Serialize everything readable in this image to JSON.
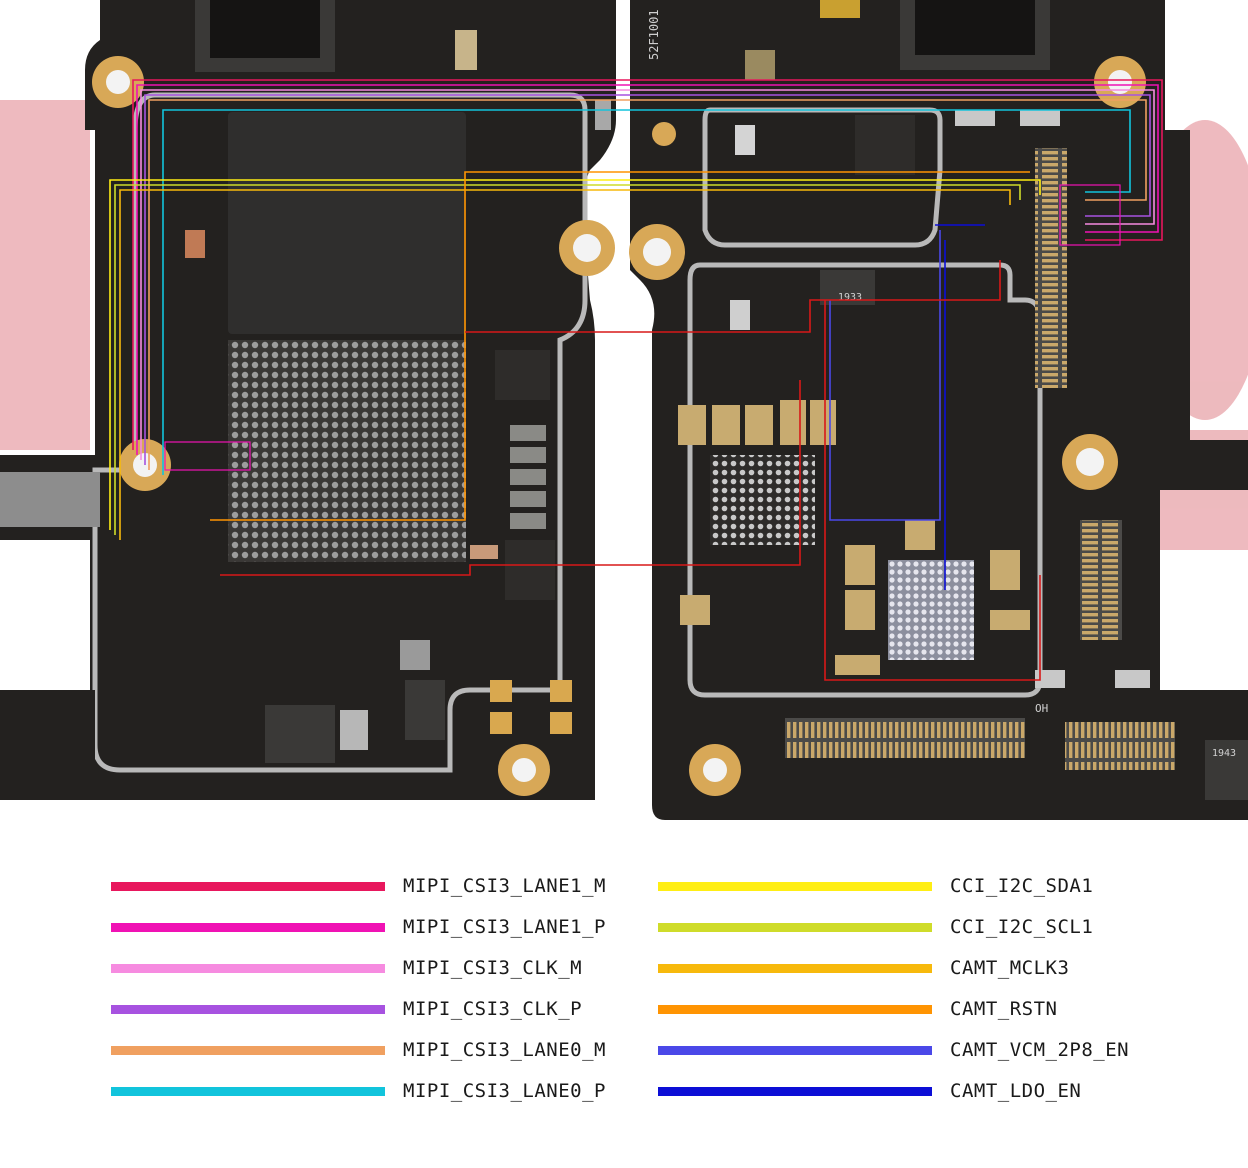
{
  "board": {
    "left_marking": "52F1001",
    "pcb_colors": {
      "board": "#23211f",
      "shield": "#b9b9b9",
      "pad_gold": "#d8a857",
      "watermark": "#e8a3a9"
    },
    "components": {
      "ic_labels": [
        "1933",
        "OH",
        "1943"
      ]
    }
  },
  "legend": {
    "left": [
      {
        "label": "MIPI_CSI3_LANE1_M",
        "color": "#e8175d"
      },
      {
        "label": "MIPI_CSI3_LANE1_P",
        "color": "#f012b4"
      },
      {
        "label": "MIPI_CSI3_CLK_M",
        "color": "#f68be0"
      },
      {
        "label": "MIPI_CSI3_CLK_P",
        "color": "#a752e0"
      },
      {
        "label": "MIPI_CSI3_LANE0_M",
        "color": "#f0a060"
      },
      {
        "label": "MIPI_CSI3_LANE0_P",
        "color": "#12c4dc"
      }
    ],
    "right": [
      {
        "label": "CCI_I2C_SDA1",
        "color": "#ffee14"
      },
      {
        "label": "CCI_I2C_SCL1",
        "color": "#cfdc2a"
      },
      {
        "label": "CAMT_MCLK3",
        "color": "#f7b90c"
      },
      {
        "label": "CAMT_RSTN",
        "color": "#ff9402"
      },
      {
        "label": "CAMT_VCM_2P8_EN",
        "color": "#4a48e8"
      },
      {
        "label": "CAMT_LDO_EN",
        "color": "#0c0ed6"
      }
    ]
  }
}
